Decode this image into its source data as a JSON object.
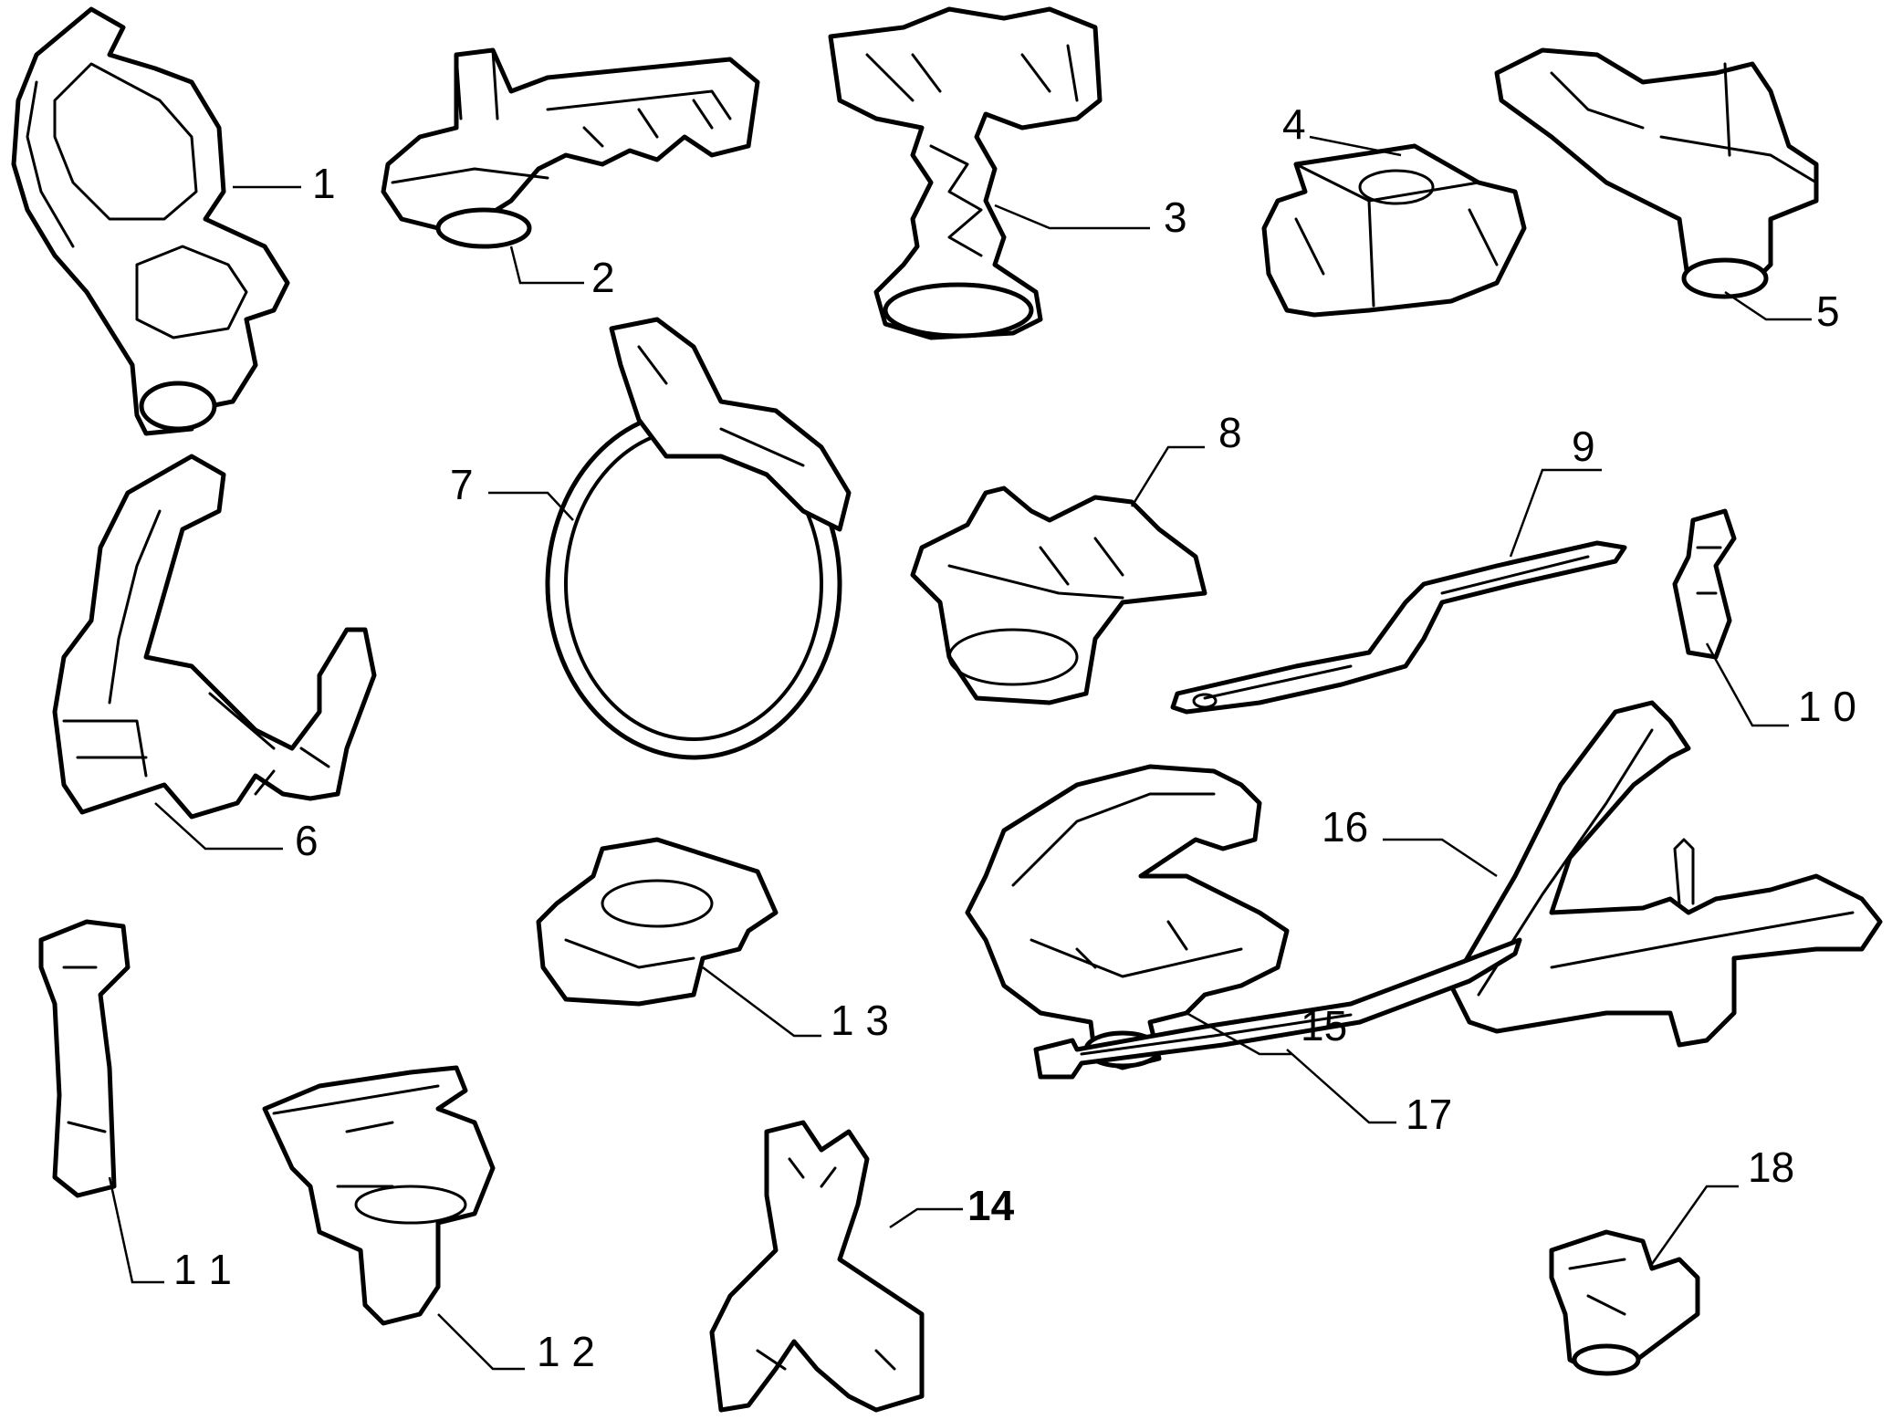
{
  "callouts": [
    {
      "id": "1",
      "label": "1"
    },
    {
      "id": "2",
      "label": "2"
    },
    {
      "id": "3",
      "label": "3"
    },
    {
      "id": "4",
      "label": "4"
    },
    {
      "id": "5",
      "label": "5"
    },
    {
      "id": "6",
      "label": "6"
    },
    {
      "id": "7",
      "label": "7"
    },
    {
      "id": "8",
      "label": "8"
    },
    {
      "id": "9",
      "label": "9"
    },
    {
      "id": "10",
      "label": "1 0"
    },
    {
      "id": "11",
      "label": "1 1"
    },
    {
      "id": "12",
      "label": "1 2"
    },
    {
      "id": "13",
      "label": "1 3"
    },
    {
      "id": "14",
      "label": "14"
    },
    {
      "id": "15",
      "label": "15"
    },
    {
      "id": "16",
      "label": "16"
    },
    {
      "id": "17",
      "label": "17"
    },
    {
      "id": "18",
      "label": "18"
    }
  ]
}
